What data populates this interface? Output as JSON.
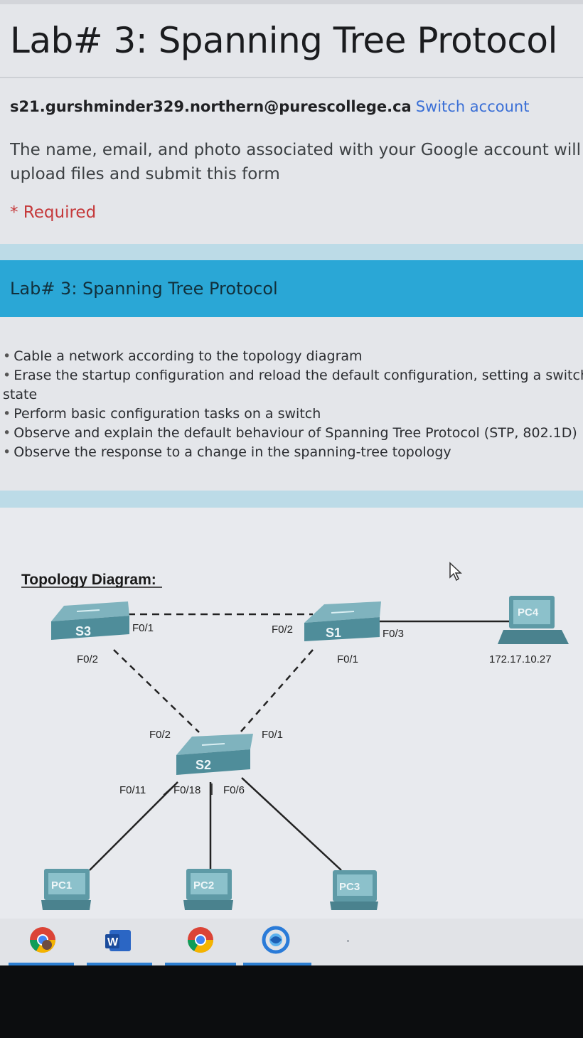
{
  "form": {
    "title": "Lab# 3: Spanning Tree Protocol",
    "account_email": "s21.gurshminder329.northern@purescollege.ca",
    "switch_account_label": "Switch account",
    "notice_line1": "The name, email, and photo associated with your Google account will be re",
    "notice_line2": "upload files and submit this form",
    "required_label": "* Required"
  },
  "section": {
    "title": "Lab# 3: Spanning Tree Protocol",
    "objectives": [
      "Cable a network according to the topology diagram",
      "Erase the startup configuration and reload the default configuration, setting a switch",
      "state",
      "Perform basic configuration tasks on a switch",
      "Observe and explain the default behaviour of Spanning Tree Protocol (STP, 802.1D)",
      "Observe the response to a change in the spanning-tree topology"
    ]
  },
  "diagram": {
    "heading": "Topology Diagram:",
    "switches": {
      "s1": "S1",
      "s2": "S2",
      "s3": "S3"
    },
    "pcs": {
      "pc1": "PC1",
      "pc2": "PC2",
      "pc3": "PC3",
      "pc4": "PC4"
    },
    "pc4_ip": "172.17.10.27",
    "ports": {
      "s3_f01": "F0/1",
      "s3_f02": "F0/2",
      "s1_f02": "F0/2",
      "s1_f01": "F0/1",
      "s1_f03": "F0/3",
      "s2_f02": "F0/2",
      "s2_f01": "F0/1",
      "s2_f011": "F0/11",
      "s2_f018": "F0/18",
      "s2_f06": "F0/6"
    },
    "colors": {
      "switch": "#4f8d9a",
      "pc": "#5e9aa6",
      "link": "#222222"
    }
  },
  "taskbar": {
    "icons": [
      "chrome-profile-icon",
      "word-icon",
      "chrome-icon",
      "webex-icon"
    ],
    "word_letter": "W"
  }
}
